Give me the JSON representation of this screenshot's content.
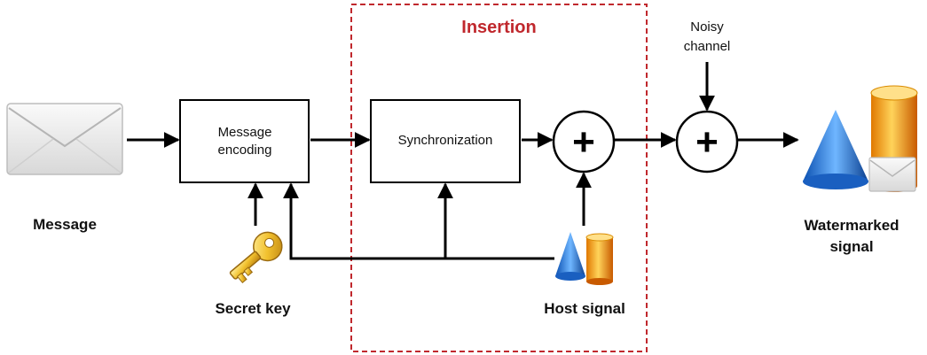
{
  "diagram": {
    "region": {
      "label": "Insertion",
      "color": "#c0282d"
    },
    "blocks": {
      "message_encoding": "Message encoding",
      "synchronization": "Synchronization"
    },
    "operators": {
      "adder_symbol": "+"
    },
    "labels": {
      "message": "Message",
      "secret_key": "Secret key",
      "host_signal": "Host signal",
      "noisy_channel": "Noisy channel",
      "watermarked_signal": "Watermarked signal"
    },
    "icons": {
      "message": "envelope-icon",
      "secret_key": "key-icon",
      "host_signal": "cone-cylinder-icon",
      "watermarked_signal": "cone-cylinder-envelope-icon"
    }
  }
}
